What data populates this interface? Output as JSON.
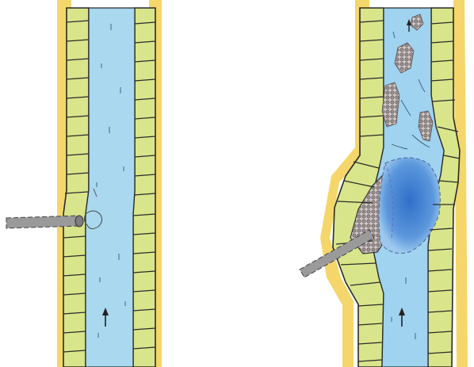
{
  "figure": {
    "panels": [
      {
        "name": "intact-vessel",
        "wall_color": "#d9e58a",
        "lumen_color": "#a9d8ef",
        "flow_direction": "up",
        "contents": [
          "injection-needle",
          "small-deposit"
        ]
      },
      {
        "name": "injured-vessel",
        "wall_color": "#d9e58a",
        "lumen_color": "#9fd3ef",
        "flow_direction": "up",
        "contents": [
          "injection-needle",
          "mural-hematoma",
          "thrombus-core",
          "downstream-emboli"
        ]
      }
    ],
    "colors": {
      "wall": "#d9e58a",
      "wall_shadow": "#f2d25b",
      "lumen": "#a9d8ef",
      "outline": "#2a2a2a",
      "needle": "#9a9a9a",
      "thrombus": "#3b7fd1",
      "emboli": "#9a8f8f"
    }
  }
}
